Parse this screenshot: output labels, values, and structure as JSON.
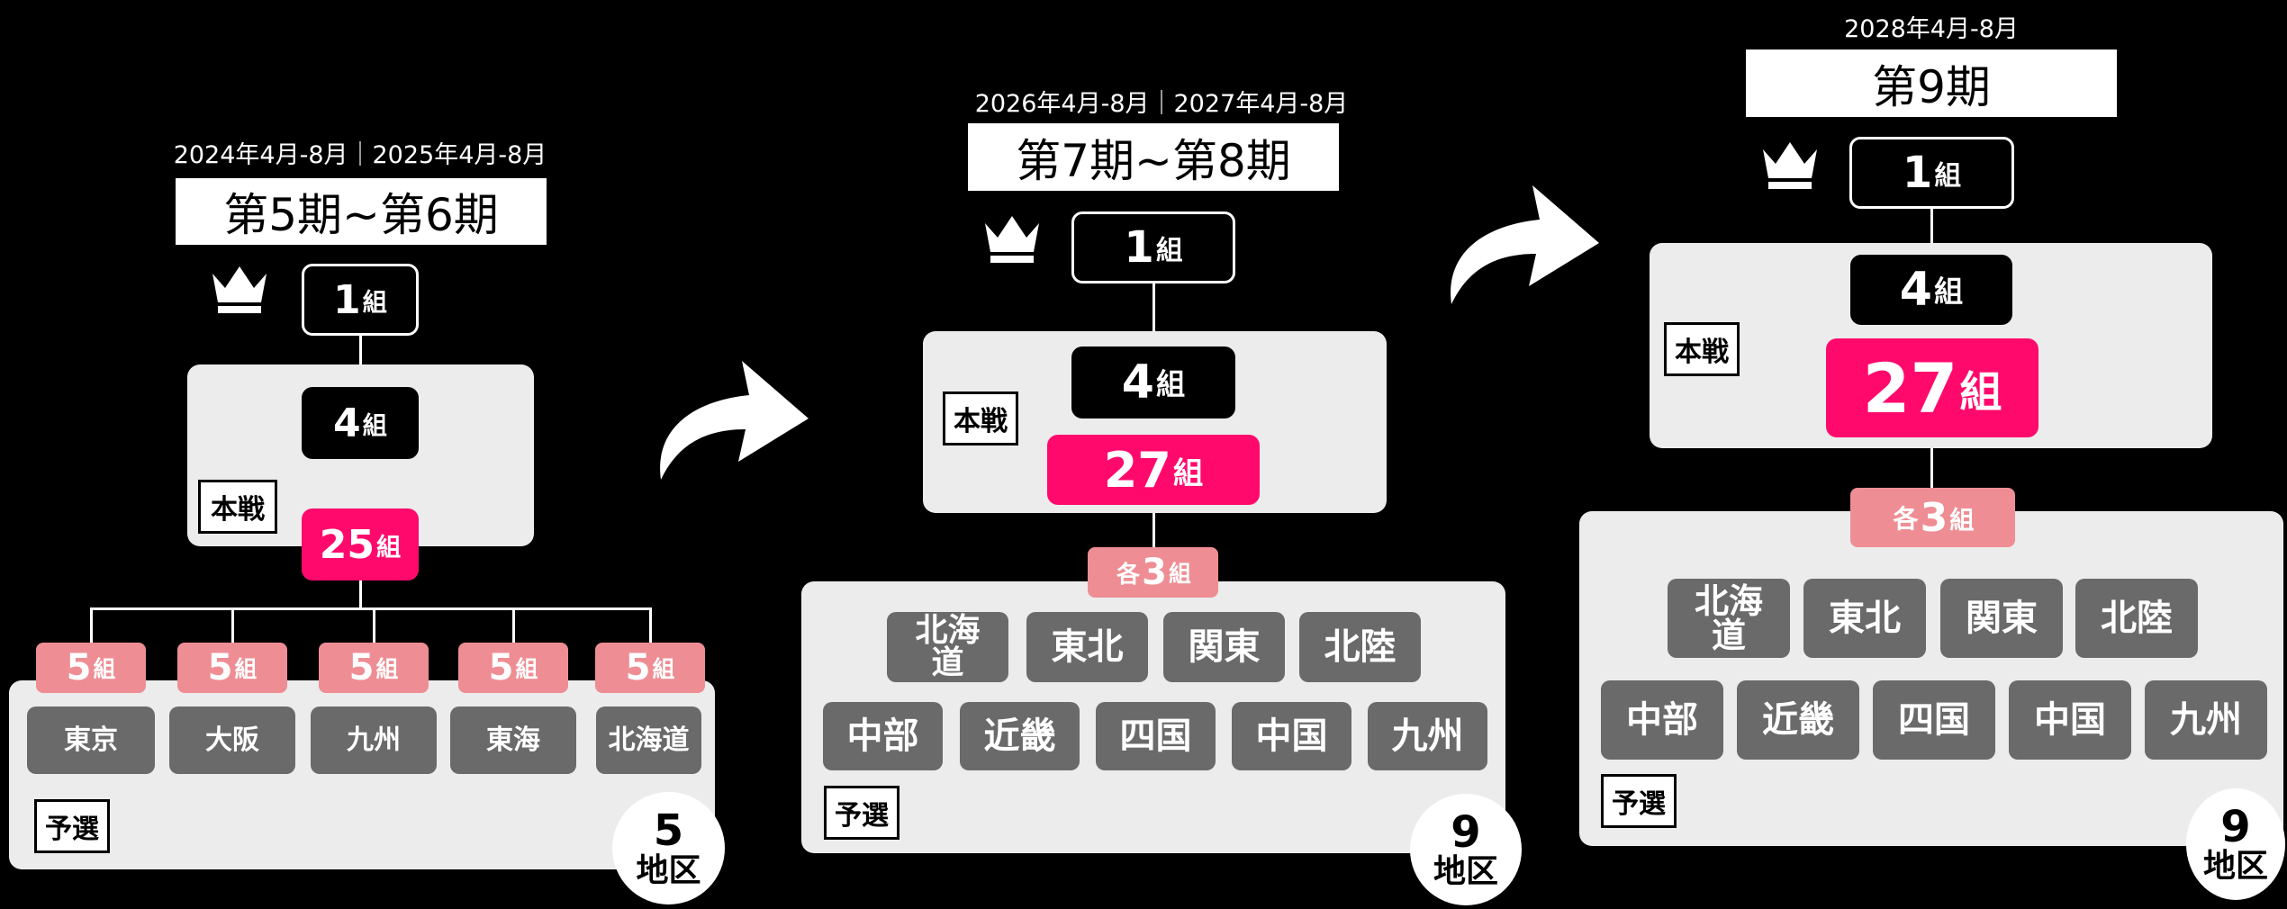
{
  "units": {
    "group": "組",
    "regions": "地区"
  },
  "stages": [
    {
      "date": "2024年4月-8月｜2025年4月-8月",
      "title": "第5期~第6期",
      "top_box": {
        "num": "1",
        "unit": "組"
      },
      "main_label": "本戦",
      "main_boxes": [
        {
          "num": "4",
          "unit": "組"
        },
        {
          "num": "25",
          "unit": "組"
        }
      ],
      "prelim_label": "予選",
      "quotas": [
        {
          "num": "5",
          "unit": "組"
        },
        {
          "num": "5",
          "unit": "組"
        },
        {
          "num": "5",
          "unit": "組"
        },
        {
          "num": "5",
          "unit": "組"
        },
        {
          "num": "5",
          "unit": "組"
        }
      ],
      "regions": [
        "東京",
        "大阪",
        "九州",
        "東海",
        "北海道"
      ],
      "region_count": "5",
      "region_label": "地区"
    },
    {
      "date": "2026年4月-8月｜2027年4月-8月",
      "title": "第7期~第8期",
      "top_box": {
        "num": "1",
        "unit": "組"
      },
      "main_label": "本戦",
      "main_boxes": [
        {
          "num": "4",
          "unit": "組"
        },
        {
          "num": "27",
          "unit": "組"
        }
      ],
      "quota": {
        "prefix": "各",
        "num": "3",
        "unit": "組"
      },
      "prelim_label": "予選",
      "regions": [
        "北海道",
        "東北",
        "関東",
        "北陸",
        "中部",
        "近畿",
        "四国",
        "中国",
        "九州"
      ],
      "region_count": "9",
      "region_label": "地区"
    },
    {
      "date": "2028年4月-8月",
      "title": "第9期",
      "top_box": {
        "num": "1",
        "unit": "組"
      },
      "main_label": "本戦",
      "main_boxes": [
        {
          "num": "4",
          "unit": "組"
        },
        {
          "num": "27",
          "unit": "組"
        }
      ],
      "quota": {
        "prefix": "各",
        "num": "3",
        "unit": "組"
      },
      "prelim_label": "予選",
      "regions": [
        "北海道",
        "東北",
        "関東",
        "北陸",
        "中部",
        "近畿",
        "四国",
        "中国",
        "九州"
      ],
      "region_count": "9",
      "region_label": "地区"
    }
  ],
  "icons": {
    "crown": "crown-icon",
    "arrow": "curved-arrow-icon"
  },
  "colors": {
    "highlight": "#ff0a6c",
    "quota": "#ee8e94",
    "region": "#6a6a6a",
    "panel": "#ececec"
  }
}
